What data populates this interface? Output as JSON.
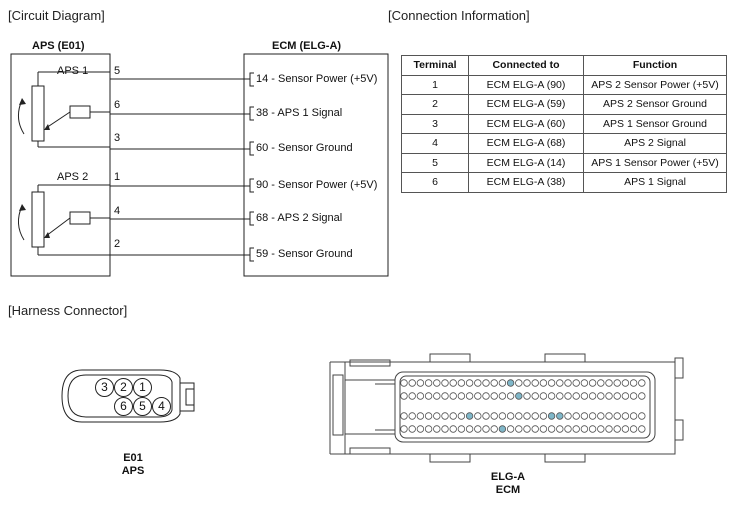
{
  "sections": {
    "circuit": "[Circuit Diagram]",
    "connection": "[Connection Information]",
    "harness": "[Harness Connector]"
  },
  "circuit": {
    "left_box_title": "APS (E01)",
    "right_box_title": "ECM (ELG-A)",
    "aps1_label": "APS 1",
    "aps2_label": "APS 2",
    "left_pins": [
      "5",
      "6",
      "3",
      "1",
      "4",
      "2"
    ],
    "right_pins": [
      "14 - Sensor Power (+5V)",
      "38 - APS 1 Signal",
      "60 - Sensor Ground",
      "90 - Sensor Power (+5V)",
      "68 - APS 2 Signal",
      "59 - Sensor Ground"
    ]
  },
  "table": {
    "headers": [
      "Terminal",
      "Connected to",
      "Function"
    ],
    "rows": [
      [
        "1",
        "ECM ELG-A (90)",
        "APS 2 Sensor Power (+5V)"
      ],
      [
        "2",
        "ECM ELG-A (59)",
        "APS 2 Sensor Ground"
      ],
      [
        "3",
        "ECM ELG-A (60)",
        "APS 1 Sensor Ground"
      ],
      [
        "4",
        "ECM ELG-A (68)",
        "APS 2 Signal"
      ],
      [
        "5",
        "ECM ELG-A (14)",
        "APS 1 Sensor Power (+5V)"
      ],
      [
        "6",
        "ECM ELG-A (38)",
        "APS 1 Signal"
      ]
    ]
  },
  "harness": {
    "e01_pins_top": [
      "3",
      "2",
      "1"
    ],
    "e01_pins_bottom": [
      "6",
      "5",
      "4"
    ],
    "e01_caption_1": "E01",
    "e01_caption_2": "APS",
    "ecm_caption_1": "ELG-A",
    "ecm_caption_2": "ECM"
  }
}
